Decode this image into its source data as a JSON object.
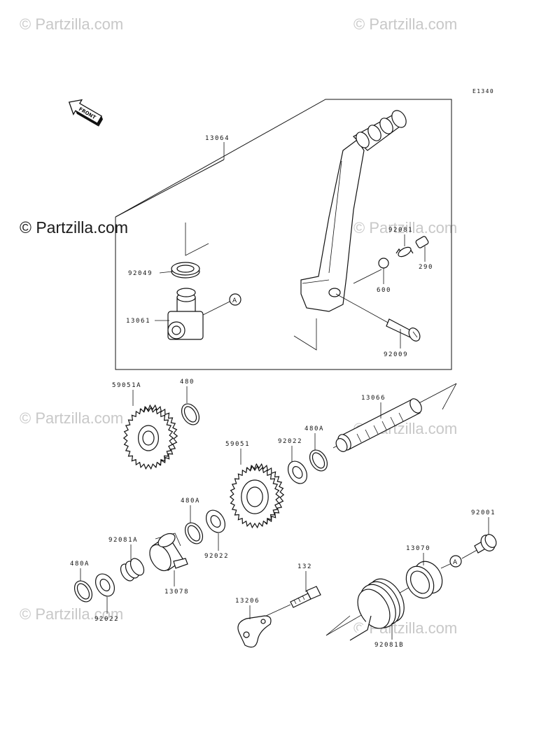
{
  "diagram_code": "E1340",
  "front_label": "FRONT",
  "watermark": "© Partzilla.com",
  "ref_marker": "A",
  "parts": {
    "lever_assy": "13064",
    "collar": "92049",
    "kick_shaft_holder": "13061",
    "spring_92081": "92081",
    "spring_290": "290",
    "ball_600": "600",
    "bolt_92009": "92009",
    "gear_59051a": "59051A",
    "circlip_480": "480",
    "kick_shaft": "13066",
    "circlip_480a_top": "480A",
    "washer_92022_top": "92022",
    "gear_59051": "59051",
    "circlip_480a_mid": "480A",
    "washer_92022_mid": "92022",
    "spring_92081a": "92081A",
    "ratchet_13078": "13078",
    "circlip_480a_bottom": "480A",
    "washer_92022_bottom": "92022",
    "bolt_132": "132",
    "guide_13206": "13206",
    "bolt_92001": "92001",
    "guide_13070": "13070",
    "return_spring_92081b": "92081B"
  }
}
